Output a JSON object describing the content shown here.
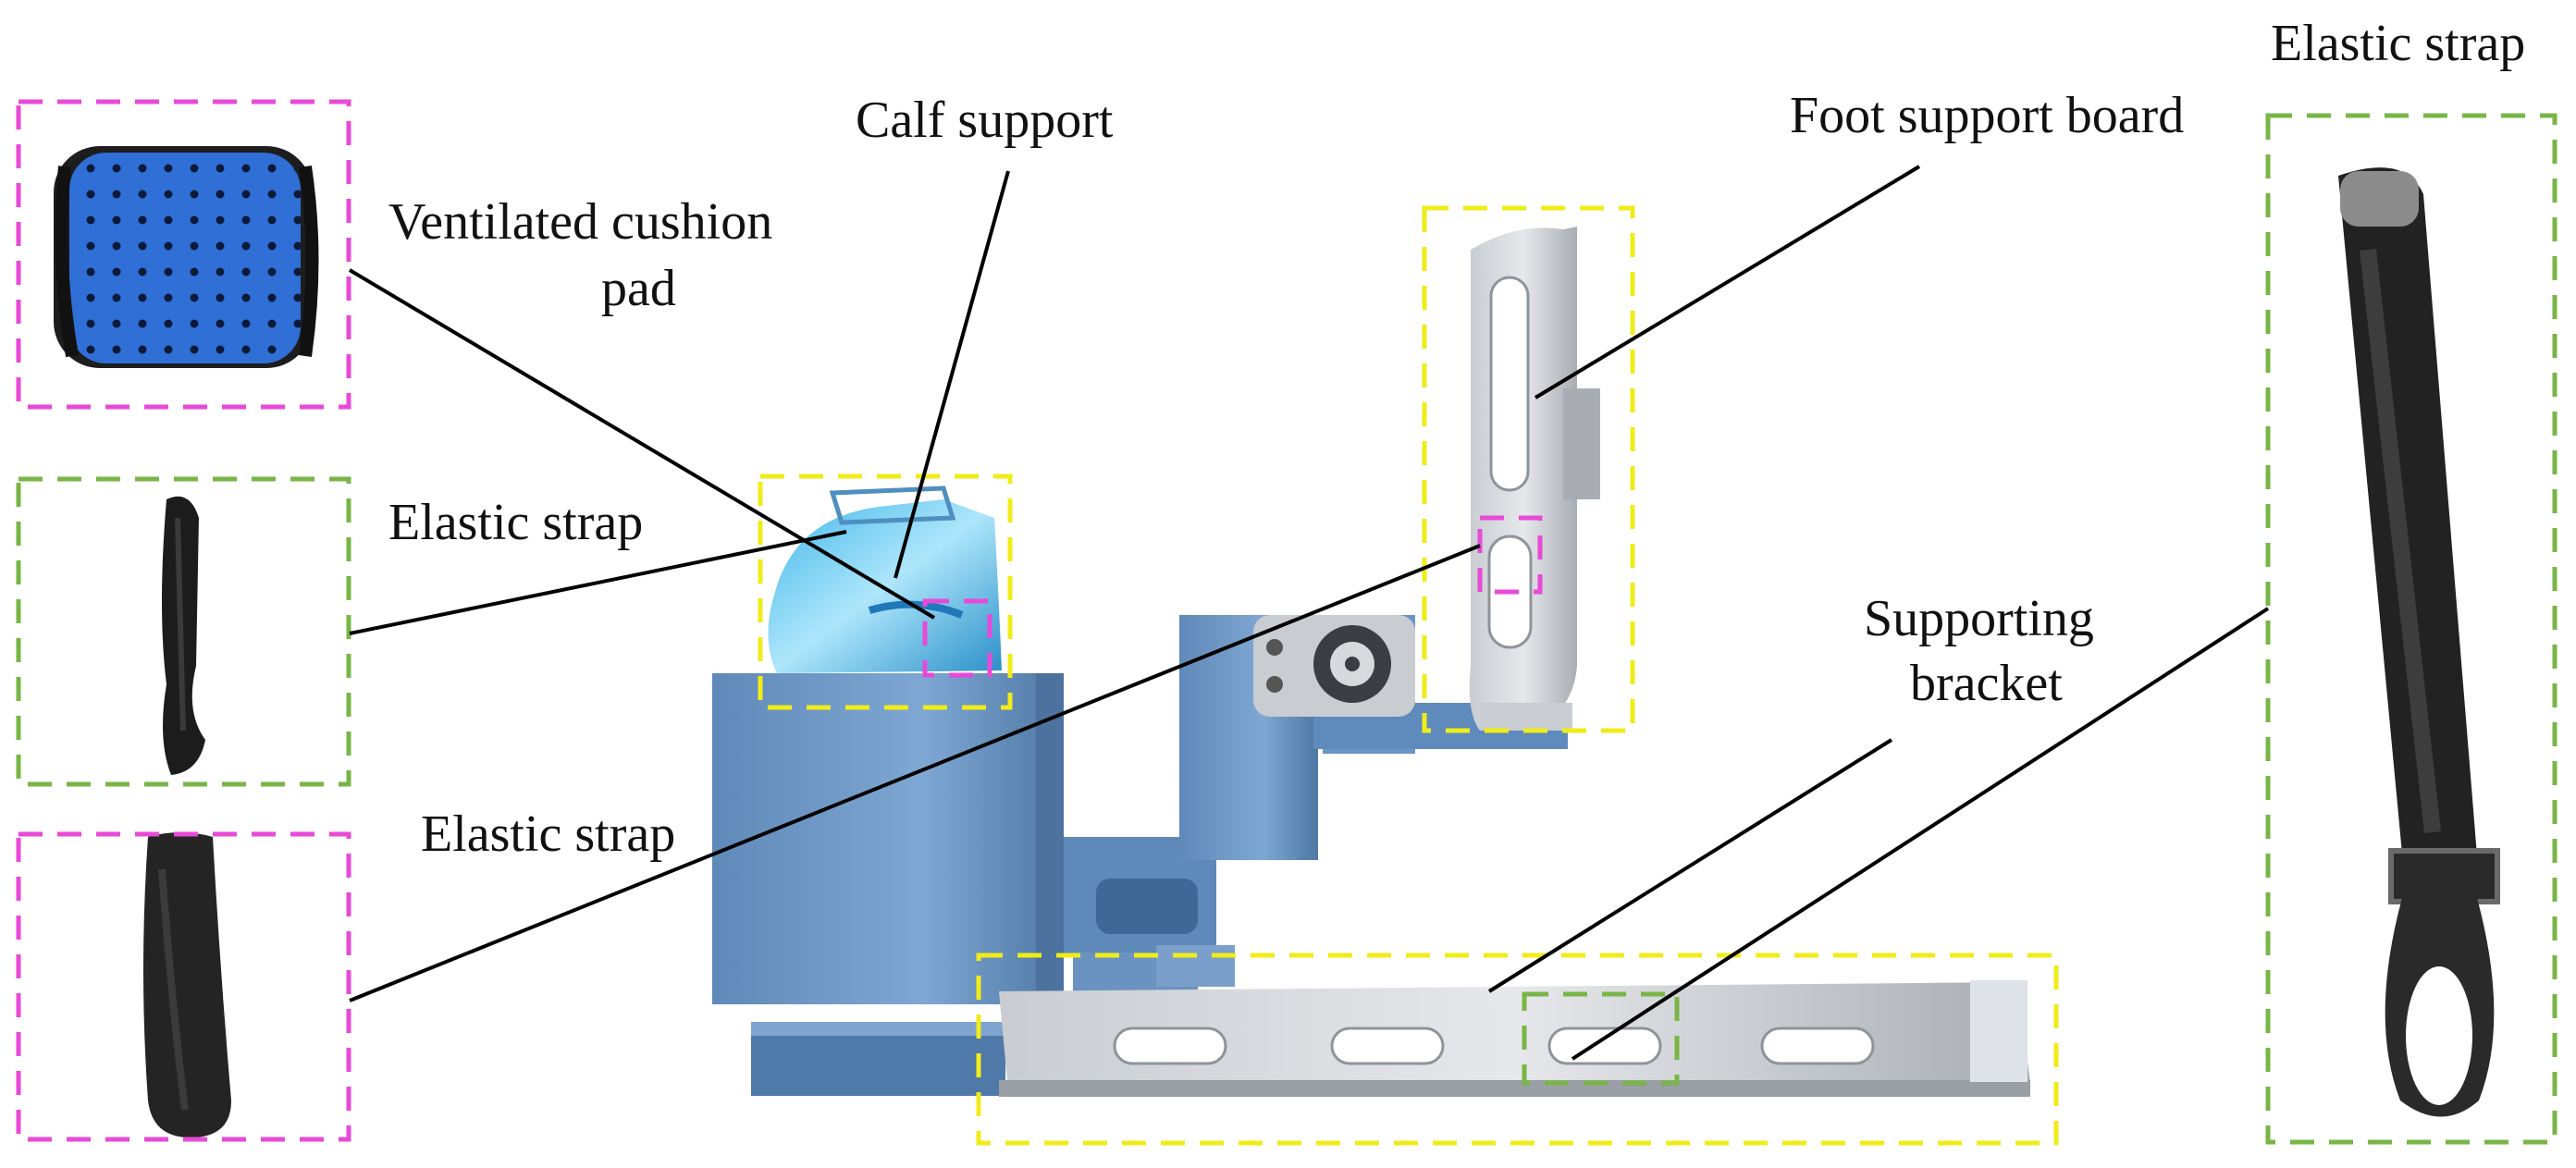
{
  "labels": {
    "ventilated_cushion_pad_line1": "Ventilated cushion",
    "ventilated_cushion_pad_line2": "pad",
    "calf_support": "Calf support",
    "elastic_strap_left": "Elastic strap",
    "elastic_strap_middle": "Elastic strap",
    "foot_support_board": "Foot support board",
    "supporting_bracket_line1": "Supporting",
    "supporting_bracket_line2": "bracket",
    "elastic_strap_right": "Elastic strap"
  },
  "colors": {
    "callout_yellow": "#f0ec1a",
    "callout_magenta": "#e84ad8",
    "callout_green": "#79b547",
    "device_blue": "#6f9ccc",
    "device_steel": "#b8bcc2",
    "cushion_blue": "#2f6fd6",
    "strap_black": "#1e1e1e"
  }
}
